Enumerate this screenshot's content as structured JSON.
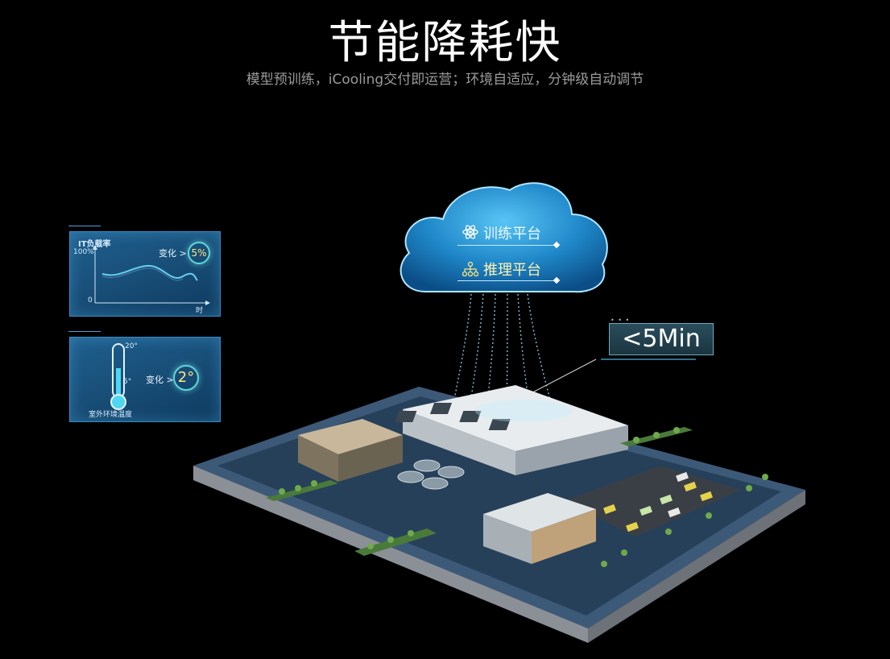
{
  "header": {
    "title": "节能降耗快",
    "subtitle": "模型预训练，iCooling交付即运营；环境自适应，分钟级自动调节"
  },
  "it_panel": {
    "label": "IT负载率",
    "y_max_label": "100%",
    "y_min_label": "0",
    "x_label": "时",
    "change_label": "变化 >",
    "change_value": "5%"
  },
  "temp_panel": {
    "max_label": "20°",
    "min_label": "5°",
    "change_label": "变化 >",
    "change_value": "2°",
    "caption": "室外环境温度"
  },
  "cloud": {
    "training_label": "训练平台",
    "inference_label": "推理平台",
    "training_icon": "atom-icon",
    "inference_icon": "hierarchy-icon"
  },
  "badge": {
    "time_label": "<5Min"
  },
  "colors": {
    "background": "#000000",
    "panel": "#1b5a88",
    "accent_cyan": "#5fd6d6",
    "value_yellow": "#ffe680",
    "cloud_blue": "#1f87c8"
  }
}
